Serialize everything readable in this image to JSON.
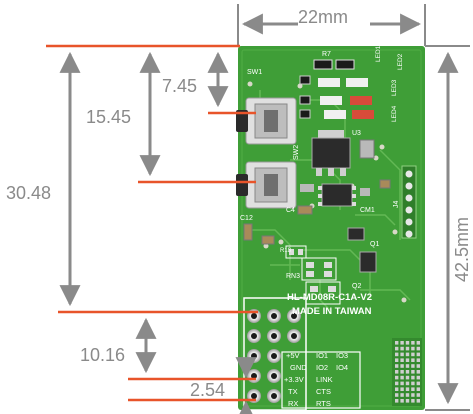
{
  "dimensions": {
    "width": "22mm",
    "height": "42.5mm",
    "switch_offset": "7.45",
    "switch2_offset": "15.45",
    "header_offset": "30.48",
    "header_span": "10.16",
    "pin_pitch": "2.54"
  },
  "board": {
    "model": "HL-MD08R-C1A-V2",
    "origin": "MADE IN TAIWAN",
    "pins": [
      [
        "+5V",
        "IO1",
        "IO3"
      ],
      [
        "GND",
        "IO2",
        "IO4"
      ],
      [
        "+3.3V",
        "LINK",
        ""
      ],
      [
        "TX",
        "CTS",
        ""
      ],
      [
        "RX",
        "RTS",
        ""
      ]
    ],
    "refs": {
      "sw1": "SW1",
      "sw2": "SW2",
      "r7": "R7",
      "led1": "LED1",
      "led2": "LED2",
      "led3": "LED3",
      "led4": "LED4",
      "u3": "U3",
      "c4": "C4",
      "c12": "C12",
      "cm1": "CM1",
      "j4": "J4",
      "q1": "Q1",
      "q2": "Q2",
      "rn3": "RN3",
      "r18": "R18"
    }
  },
  "colors": {
    "pcb": "#3f9e37",
    "marker": "#e8542a",
    "dimension": "#8a8a8a"
  }
}
